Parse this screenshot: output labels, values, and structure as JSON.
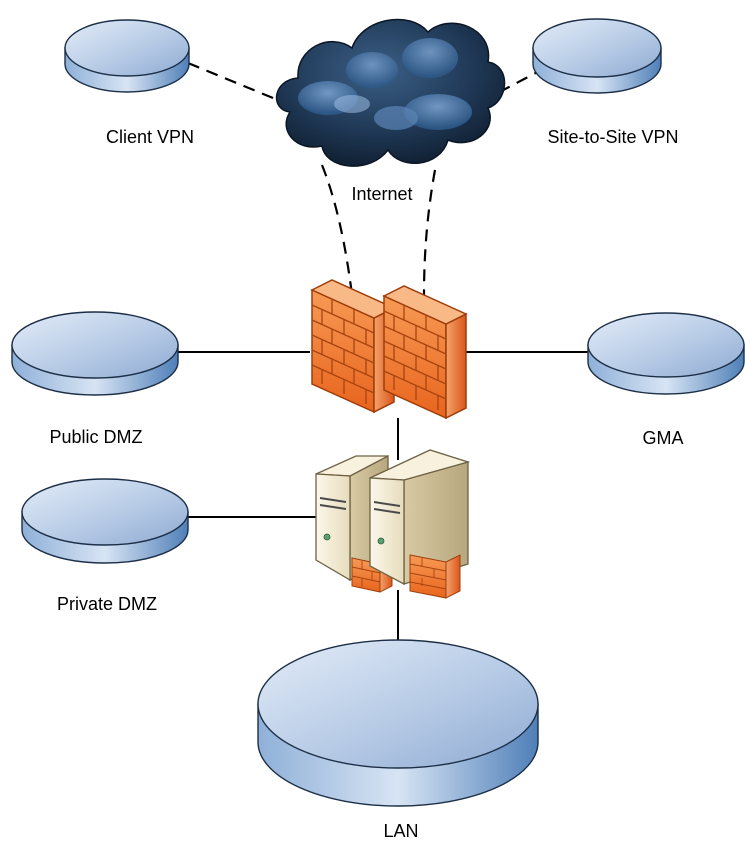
{
  "diagram": {
    "nodes": {
      "client_vpn": {
        "label": "Client VPN",
        "icon": "network-disk-icon"
      },
      "site_to_site_vpn": {
        "label": "Site-to-Site VPN",
        "icon": "network-disk-icon"
      },
      "internet": {
        "label": "Internet",
        "icon": "cloud-icon"
      },
      "public_dmz": {
        "label": "Public DMZ",
        "icon": "network-disk-icon"
      },
      "gma": {
        "label": "GMA",
        "icon": "network-disk-icon"
      },
      "private_dmz": {
        "label": "Private DMZ",
        "icon": "network-disk-icon"
      },
      "lan": {
        "label": "LAN",
        "icon": "network-disk-icon"
      },
      "firewalls": {
        "icon": "firewall-icon",
        "count": 2
      },
      "servers": {
        "icon": "server-icon",
        "count": 2
      }
    },
    "edges": [
      {
        "from": "client_vpn",
        "to": "internet",
        "style": "dashed"
      },
      {
        "from": "site_to_site_vpn",
        "to": "internet",
        "style": "dashed"
      },
      {
        "from": "internet",
        "to": "firewalls",
        "style": "dashed"
      },
      {
        "from": "public_dmz",
        "to": "firewalls",
        "style": "solid"
      },
      {
        "from": "firewalls",
        "to": "gma",
        "style": "solid"
      },
      {
        "from": "firewalls",
        "to": "servers",
        "style": "solid"
      },
      {
        "from": "private_dmz",
        "to": "servers",
        "style": "solid"
      },
      {
        "from": "servers",
        "to": "lan",
        "style": "solid"
      }
    ],
    "colors": {
      "network_top": "#bcd0ea",
      "network_side": "#7d9fc8",
      "firewall": "#f07a2c",
      "cloud": "#1f3a58",
      "server": "#efe7cf"
    }
  }
}
